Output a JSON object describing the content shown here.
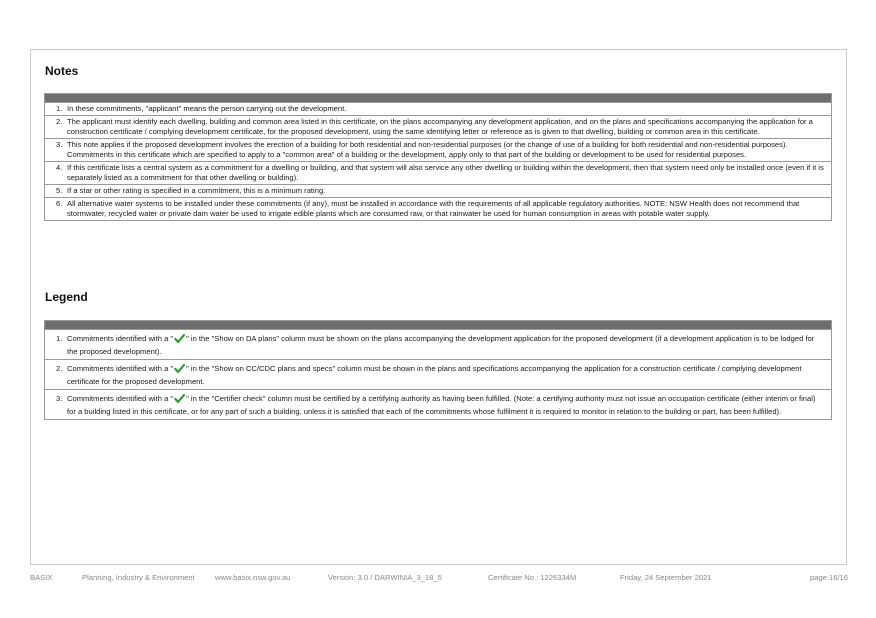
{
  "notes": {
    "title": "Notes",
    "items": [
      {
        "num": "1.",
        "text": "In these commitments, \"applicant\" means the person carrying out the development."
      },
      {
        "num": "2.",
        "text": "The applicant must identify each dwelling, building and common area listed in this certificate, on the plans accompanying any development application, and on the plans and specifications accompanying the application for a construction certificate / complying development certificate, for the proposed development, using the same identifying letter or reference as is given to that dwelling, building or common area in this certificate."
      },
      {
        "num": "3.",
        "text": "This note applies if the proposed development involves the erection of a building for both residential and non-residential purposes (or the change of use of a building for both residential and non-residential purposes). Commitments in this certificate which are specified to apply to a \"common area\" of a building or the development, apply only to that part of the building or development to be used for residential purposes."
      },
      {
        "num": "4.",
        "text": "If this certificate lists a central system as a commitment for a dwelling or building, and that system will also service any other dwelling or building within the development, then that system need only be installed once (even if it is separately listed as a commitment for that other dwelling or building)."
      },
      {
        "num": "5.",
        "text": "If a star or other rating is specified in a commitment, this is a minimum rating."
      },
      {
        "num": "6.",
        "text": "All alternative water systems to be installed under these commitments (if any), must be installed in accordance with the requirements of all applicable regulatory authorities. NOTE: NSW Health does not recommend that stormwater, recycled water or private dam water be used to irrigate edible plants which are consumed raw, or that rainwater be used for human consumption in areas with potable water supply."
      }
    ]
  },
  "legend": {
    "title": "Legend",
    "items": [
      {
        "num": "1.",
        "before": "Commitments identified with a \"",
        "after": "\" in the \"Show on DA plans\" column must be shown on the plans accompanying the development application for the proposed development (if a development application is to be lodged for the proposed development)."
      },
      {
        "num": "2.",
        "before": "Commitments identified with a \"",
        "after": "\" in the \"Show on CC/CDC plans and specs\" column must be shown in the plans and specifications accompanying the application for a construction certificate / complying development certificate for the proposed development."
      },
      {
        "num": "3.",
        "before": "Commitments identified with a \"",
        "after": "\" in the \"Certifier check\" column must be certified by a certifying authority as having been fulfilled. (Note: a certifying authority must not issue an occupation certificate (either interim or final) for a building listed in this certificate, or for any part of such a building, unless it is satisfied that each of the commitments whose fulfilment it is required to monitor in relation to the building or part, has been fulfilled)."
      }
    ],
    "check_icon": "green-checkmark-icon",
    "check_color": "#2e9e2e"
  },
  "footer": {
    "basix": "BASIX",
    "department": "Planning, Industry & Environment",
    "website": "www.basix.nsw.gov.au",
    "version": "Version: 3.0 / DARWINIA_3_18_5",
    "certificate": "Certificate No.: 1226334M",
    "date": "Friday, 24 September 2021",
    "page": "page 16/16"
  },
  "colors": {
    "table_header": "#6e6e6e",
    "border": "#9a9a9a",
    "footer_text": "#888888"
  }
}
